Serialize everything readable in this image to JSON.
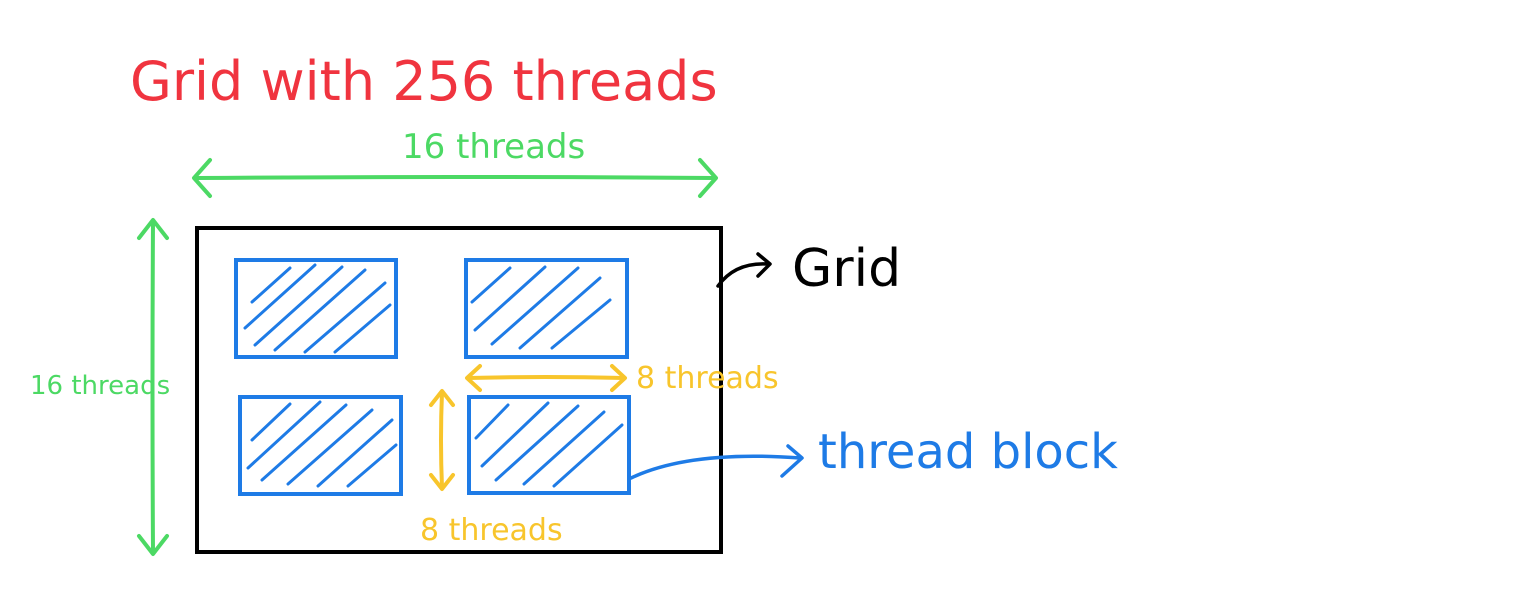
{
  "title": "Grid with 256 threads",
  "labels": {
    "top_width": "16 threads",
    "left_height": "16 threads",
    "grid": "Grid",
    "block_width": "8 threads",
    "block_height": "8 threads",
    "thread_block": "thread block"
  },
  "colors": {
    "title": "#f0343f",
    "grid_dimension": "#4cd964",
    "grid_outline": "#000000",
    "block": "#1e7be6",
    "block_dimension": "#f8c52c"
  },
  "blocks": [
    {
      "name": "top-left"
    },
    {
      "name": "top-right"
    },
    {
      "name": "bottom-left"
    },
    {
      "name": "bottom-right"
    }
  ]
}
